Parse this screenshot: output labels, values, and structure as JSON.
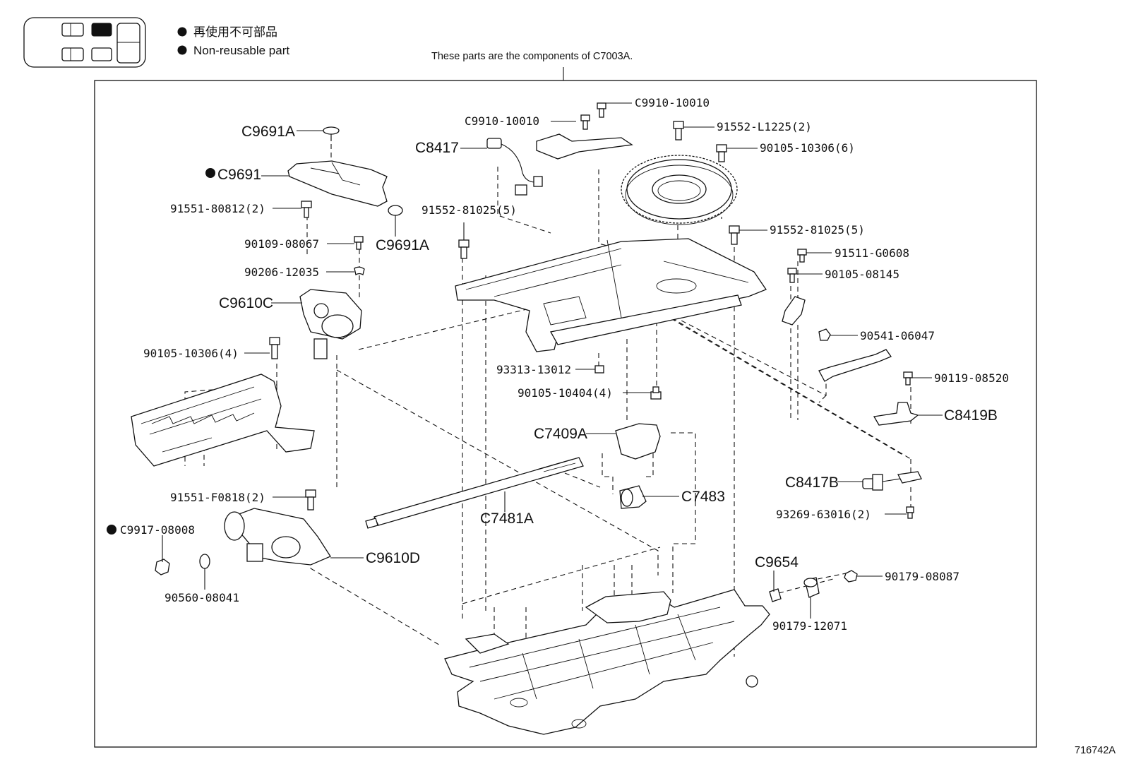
{
  "legend": {
    "items": [
      {
        "text": "再使用不可部品"
      },
      {
        "text": "Non-reusable part"
      }
    ]
  },
  "header_note": "These parts are the components of C7003A.",
  "figure_id": "716742A",
  "parts": {
    "c9691a_top": "C9691A",
    "c9691": "C9691",
    "c9691a_lower": "C9691A",
    "p91551_80812": "91551-80812(2)",
    "p90109_08067": "90109-08067",
    "p90206_12035": "90206-12035",
    "c9610c": "C9610C",
    "p90105_10306_4": "90105-10306(4)",
    "p91551_f0818": "91551-F0818(2)",
    "c9917": "C9917-08008",
    "c9610d": "C9610D",
    "p90560_08041": "90560-08041",
    "c9910_a": "C9910-10010",
    "c9910_b": "C9910-10010",
    "c8417": "C8417",
    "p91552_l1225": "91552-L1225(2)",
    "p90105_10306_6": "90105-10306(6)",
    "p91552_81025_left": "91552-81025(5)",
    "p91552_81025_right": "91552-81025(5)",
    "p91511_g0608": "91511-G0608",
    "p90105_08145": "90105-08145",
    "p90541_06047": "90541-06047",
    "p93313_13012": "93313-13012",
    "p90105_10404": "90105-10404(4)",
    "p90119_08520": "90119-08520",
    "c7409a": "C7409A",
    "c8419b": "C8419B",
    "c8417b": "C8417B",
    "c7483": "C7483",
    "c7481a": "C7481A",
    "p93269_63016": "93269-63016(2)",
    "c9654": "C9654",
    "p90179_08087": "90179-08087",
    "p90179_12071": "90179-12071"
  }
}
